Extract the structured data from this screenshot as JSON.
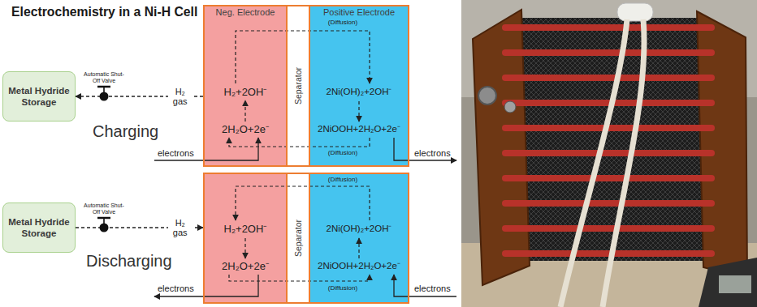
{
  "diagram": {
    "title": "Electrochemistry in a Ni-H Cell",
    "nodes": [
      {
        "text": [
          "Metal Hydride Storage"
        ]
      },
      {
        "text": [
          "Neg. Electrode",
          "H₂+2OH⁻",
          "2H₂O+2e⁻"
        ]
      },
      {
        "text": [
          "Separator"
        ]
      },
      {
        "text": [
          "Positive Electrode",
          "2Ni(OH)₂+2OH⁻",
          "2NiOOH+2H₂O+2e⁻"
        ]
      },
      {
        "text": [
          "Metal Hydride Storage"
        ]
      },
      {
        "text": [
          "H₂+2OH⁻",
          "2H₂O+2e⁻"
        ]
      },
      {
        "text": [
          "Separator"
        ]
      },
      {
        "text": [
          "2Ni(OH)₂+2OH⁻",
          "2NiOOH+2H₂O+2e⁻"
        ]
      }
    ],
    "edges": [
      {
        "from": 1,
        "to": 0,
        "label": "H₂ gas",
        "arrow": "to"
      },
      {
        "from": 4,
        "to": 5,
        "label": "H₂ gas",
        "arrow": "to"
      }
    ],
    "labels": [
      "Automatic Shut-Off Valve",
      "Charging",
      "(Diffusion)",
      "(Diffusion)",
      "electrons",
      "electrons",
      "Automatic Shut-Off Valve",
      "Discharging",
      "(Diffusion)",
      "(Diffusion)",
      "electrons",
      "electrons"
    ]
  }
}
